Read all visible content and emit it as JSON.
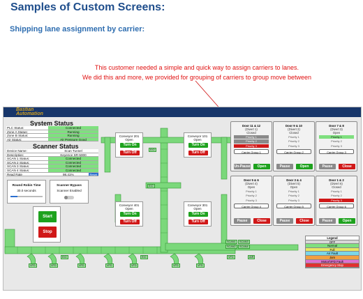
{
  "page_title": "Samples of Custom Screens:",
  "subtitle": "Shipping lane assignment by carrier:",
  "note_line1": "This customer needed a simple and quick way to assign carriers to lanes.",
  "note_line2": "We did this and more, we provided for grouping of carriers to group move between",
  "logo": "Bastian Automation",
  "system_status": {
    "title": "System Status",
    "rows": [
      {
        "k": "PLC Status:",
        "v": "Connected"
      },
      {
        "k": "Zone A Status:",
        "v": "Running"
      },
      {
        "k": "Zone B Status:",
        "v": "Running"
      },
      {
        "k": "Air Status:",
        "v": "Air Pressure Good"
      }
    ]
  },
  "scanner_status": {
    "title": "Scanner Status",
    "rows": [
      {
        "k": "Device Name:",
        "v": "Scan Tunnel"
      },
      {
        "k": "Description:",
        "v": "Keyence SR-5000"
      },
      {
        "k": "SCAN 1 Status:",
        "v": "Connected"
      },
      {
        "k": "SCAN 2 Status:",
        "v": "Connected"
      },
      {
        "k": "SCAN 3 Status:",
        "v": "Connected"
      },
      {
        "k": "SCAN 4 Status:",
        "v": "Connected"
      },
      {
        "k": "Read Rate",
        "v": "98.41%"
      }
    ],
    "reset": "Reset"
  },
  "round_robin": {
    "title": "Round Robin Time",
    "value": "30.0 seconds"
  },
  "scanner_bypass": {
    "title": "Scanner Bypass",
    "value": "Scanner Enabled"
  },
  "start": "Start",
  "stop": "Stop",
  "conveyors": [
    {
      "name": "Conveyor 201",
      "state": "Open",
      "on": "Turn On",
      "off": "Turn Off"
    },
    {
      "name": "Conveyor 101",
      "state": "Open",
      "on": "Turn On",
      "off": "Turn Off"
    },
    {
      "name": "Conveyor 401",
      "state": "Open",
      "on": "Turn On",
      "off": "Turn Off"
    },
    {
      "name": "Conveyor 301",
      "state": "Open",
      "on": "Turn On",
      "off": "Turn Off"
    }
  ],
  "doors": [
    {
      "title": "Door 11 & 12",
      "sub": "(Divert 1)",
      "state": "Closed",
      "p1": "Priority 1",
      "p2": "Priority 2",
      "p3": "Priority 3",
      "cg": "Carrier Group 1",
      "b1": "Un-Pause",
      "b2": "Open"
    },
    {
      "title": "Door 9 & 10",
      "sub": "(Divert 2)",
      "state": "Closed",
      "p1": "Priority 1",
      "p2": "Priority 2",
      "p3": "Priority 3",
      "cg": "Carrier Group 2",
      "b1": "Pause",
      "b2": "Open"
    },
    {
      "title": "Door 7 & 8",
      "sub": "(Divert 3)",
      "state": "Open",
      "p1": "Priority 1",
      "p2": "Priority 2",
      "p3": "Priority 3",
      "cg": "Carrier Group 3",
      "b1": "Pause",
      "b2": "Close"
    },
    {
      "title": "Door 5 & 6",
      "sub": "(Divert 4)",
      "state": "Open",
      "p1": "Priority 1",
      "p2": "Priority 2",
      "p3": "Priority 3",
      "cg": "Carrier Group 4",
      "b1": "Pause",
      "b2": "Close"
    },
    {
      "title": "Door 3 & 4",
      "sub": "(Divert 5)",
      "state": "Open",
      "p1": "Priority 1",
      "p2": "Priority 2",
      "p3": "Priority 3",
      "cg": "Carrier Group 5",
      "b1": "Pause",
      "b2": "Close"
    },
    {
      "title": "Door 1 & 2",
      "sub": "(Divert 6)",
      "state": "Closed",
      "p1": "Priority 1",
      "p2": "Priority 2",
      "p3": "Priority 3",
      "cg": "Carrier Group 6",
      "b1": "Pause",
      "b2": "Open"
    }
  ],
  "legend": {
    "title": "Legend",
    "items": [
      {
        "label": "OFF",
        "color": "#d8d8d8"
      },
      {
        "label": "Normal",
        "color": "#7fe07f"
      },
      {
        "label": "Full",
        "color": "#e8e860"
      },
      {
        "label": "Air Fault",
        "color": "#7ad6e8"
      },
      {
        "label": "Jam",
        "color": "#f2a040"
      },
      {
        "label": "Motor/VFD Fault",
        "color": "#e070d0"
      },
      {
        "label": "Emergency Stop",
        "color": "#e03030"
      }
    ]
  },
  "vfd": "VFD",
  "eio": "EIO",
  "scan_labels": [
    "SCAN1",
    "SCAN3",
    "SCAN2",
    "SCAN4"
  ],
  "air": "AIR"
}
